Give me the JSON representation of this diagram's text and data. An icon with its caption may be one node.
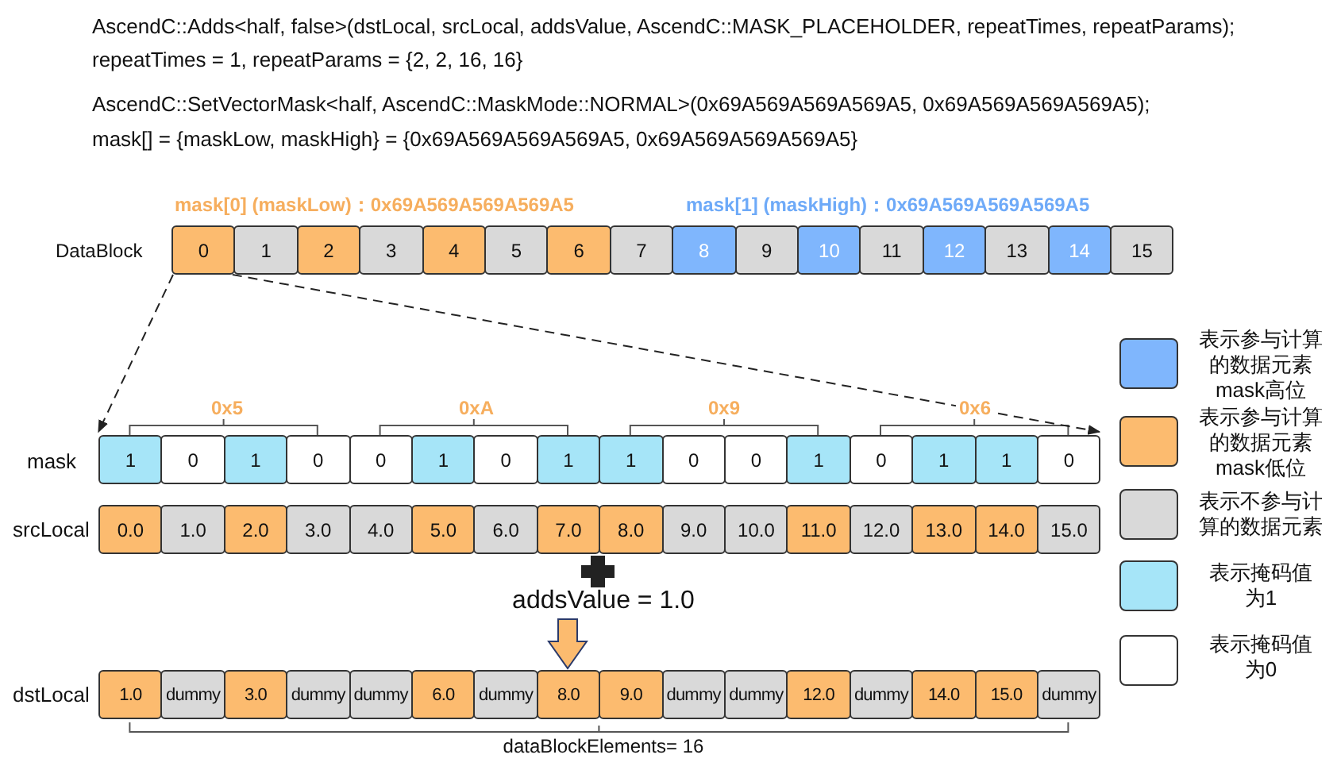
{
  "diagram": {
    "nodes": [
      {
        "text": [
          "0"
        ]
      },
      {
        "text": [
          "1"
        ]
      },
      {
        "text": [
          "2"
        ]
      },
      {
        "text": [
          "3"
        ]
      },
      {
        "text": [
          "4"
        ]
      },
      {
        "text": [
          "5"
        ]
      },
      {
        "text": [
          "6"
        ]
      },
      {
        "text": [
          "7"
        ]
      },
      {
        "text": [
          "8"
        ]
      },
      {
        "text": [
          "9"
        ]
      },
      {
        "text": [
          "10"
        ]
      },
      {
        "text": [
          "11"
        ]
      },
      {
        "text": [
          "12"
        ]
      },
      {
        "text": [
          "13"
        ]
      },
      {
        "text": [
          "14"
        ]
      },
      {
        "text": [
          "15"
        ]
      },
      {
        "text": [
          "1"
        ]
      },
      {
        "text": [
          "0"
        ]
      },
      {
        "text": [
          "1"
        ]
      },
      {
        "text": [
          "0"
        ]
      },
      {
        "text": [
          "0"
        ]
      },
      {
        "text": [
          "1"
        ]
      },
      {
        "text": [
          "0"
        ]
      },
      {
        "text": [
          "1"
        ]
      },
      {
        "text": [
          "1"
        ]
      },
      {
        "text": [
          "0"
        ]
      },
      {
        "text": [
          "0"
        ]
      },
      {
        "text": [
          "1"
        ]
      },
      {
        "text": [
          "0"
        ]
      },
      {
        "text": [
          "1"
        ]
      },
      {
        "text": [
          "1"
        ]
      },
      {
        "text": [
          "0"
        ]
      },
      {
        "text": [
          "0.0"
        ]
      },
      {
        "text": [
          "1.0"
        ]
      },
      {
        "text": [
          "2.0"
        ]
      },
      {
        "text": [
          "3.0"
        ]
      },
      {
        "text": [
          "4.0"
        ]
      },
      {
        "text": [
          "5.0"
        ]
      },
      {
        "text": [
          "6.0"
        ]
      },
      {
        "text": [
          "7.0"
        ]
      },
      {
        "text": [
          "8.0"
        ]
      },
      {
        "text": [
          "9.0"
        ]
      },
      {
        "text": [
          "10.0"
        ]
      },
      {
        "text": [
          "11.0"
        ]
      },
      {
        "text": [
          "12.0"
        ]
      },
      {
        "text": [
          "13.0"
        ]
      },
      {
        "text": [
          "14.0"
        ]
      },
      {
        "text": [
          "15.0"
        ]
      },
      {
        "text": [
          "1.0"
        ]
      },
      {
        "text": [
          "dummy"
        ]
      },
      {
        "text": [
          "3.0"
        ]
      },
      {
        "text": [
          "dummy"
        ]
      },
      {
        "text": [
          "dummy"
        ]
      },
      {
        "text": [
          "6.0"
        ]
      },
      {
        "text": [
          "dummy"
        ]
      },
      {
        "text": [
          "8.0"
        ]
      },
      {
        "text": [
          "9.0"
        ]
      },
      {
        "text": [
          "dummy"
        ]
      },
      {
        "text": [
          "dummy"
        ]
      },
      {
        "text": [
          "12.0"
        ]
      },
      {
        "text": [
          "dummy"
        ]
      },
      {
        "text": [
          "14.0"
        ]
      },
      {
        "text": [
          "15.0"
        ]
      },
      {
        "text": [
          "dummy"
        ]
      }
    ],
    "edges": [
      {
        "from": 0,
        "to": 16,
        "arrow": "to",
        "style": "dashed"
      },
      {
        "from": 0,
        "to": 31,
        "arrow": "to",
        "style": "dashed"
      },
      {
        "from": null,
        "to": 55,
        "arrow": "to",
        "style": "thick",
        "color": "#fcbb6f"
      }
    ],
    "labels": [
      "AscendC::Adds<half, false>(dstLocal, srcLocal, addsValue, AscendC::MASK_PLACEHOLDER, repeatTimes, repeatParams);",
      "repeatTimes = 1,  repeatParams = {2, 2, 16, 16}",
      "AscendC::SetVectorMask<half, AscendC::MaskMode::NORMAL>(0x69A569A569A569A5, 0x69A569A569A569A5);",
      "mask[] = {maskLow, maskHigh} = {0x69A569A569A569A5, 0x69A569A569A569A5}",
      "mask[0] (maskLow)：0x69A569A569A569A5",
      "mask[1] (maskHigh)：0x69A569A569A569A5",
      "DataBlock",
      "0x5",
      "0xA",
      "0x9",
      "0x6",
      "mask",
      "srcLocal",
      "addsValue = 1.0",
      "dstLocal",
      "dataBlockElements= 16"
    ],
    "legend": [
      {
        "text": "表示参与计算的数据元素mask高位",
        "color": "#7fb6fd"
      },
      {
        "text": "表示参与计算的数据元素mask低位",
        "color": "#fcbb6f"
      },
      {
        "text": "表示不参与计算的数据元素",
        "color": "#d9d9d9"
      },
      {
        "text": "表示掩码值为1",
        "color": "#a6e5f8"
      },
      {
        "text": "表示掩码值为0",
        "color": "#ffffff"
      }
    ]
  }
}
